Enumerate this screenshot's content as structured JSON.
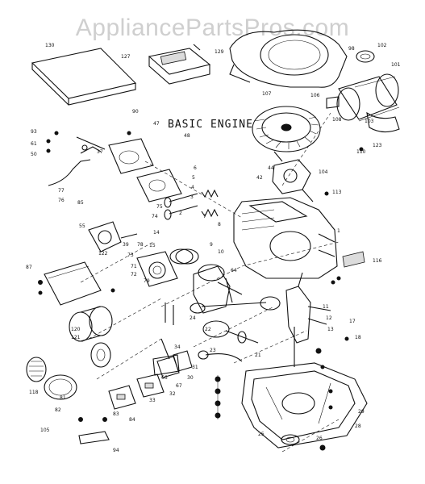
{
  "watermark": "AppliancePartsPros.com",
  "title": "BASIC ENGINE",
  "part_numbers": [
    {
      "label": "130"
    },
    {
      "label": "127"
    },
    {
      "label": "129"
    },
    {
      "label": "98"
    },
    {
      "label": "102"
    },
    {
      "label": "101"
    },
    {
      "label": "103"
    },
    {
      "label": "107"
    },
    {
      "label": "106"
    },
    {
      "label": "108"
    },
    {
      "label": "123"
    },
    {
      "label": "90"
    },
    {
      "label": "47"
    },
    {
      "label": "48"
    },
    {
      "label": "93"
    },
    {
      "label": "61"
    },
    {
      "label": "50"
    },
    {
      "label": "37"
    },
    {
      "label": "77"
    },
    {
      "label": "76"
    },
    {
      "label": "85"
    },
    {
      "label": "75"
    },
    {
      "label": "74"
    },
    {
      "label": "110"
    },
    {
      "label": "104"
    },
    {
      "label": "44"
    },
    {
      "label": "42"
    },
    {
      "label": "113"
    },
    {
      "label": "1"
    },
    {
      "label": "116"
    },
    {
      "label": "55"
    },
    {
      "label": "122"
    },
    {
      "label": "39"
    },
    {
      "label": "73"
    },
    {
      "label": "71"
    },
    {
      "label": "72"
    },
    {
      "label": "79"
    },
    {
      "label": "78"
    },
    {
      "label": "87"
    },
    {
      "label": "64"
    },
    {
      "label": "24"
    },
    {
      "label": "66"
    },
    {
      "label": "67"
    },
    {
      "label": "34"
    },
    {
      "label": "120"
    },
    {
      "label": "121"
    },
    {
      "label": "22"
    },
    {
      "label": "11"
    },
    {
      "label": "12"
    },
    {
      "label": "13"
    },
    {
      "label": "17"
    },
    {
      "label": "18"
    },
    {
      "label": "23"
    },
    {
      "label": "21"
    },
    {
      "label": "82"
    },
    {
      "label": "81"
    },
    {
      "label": "118"
    },
    {
      "label": "105"
    },
    {
      "label": "83"
    },
    {
      "label": "84"
    },
    {
      "label": "33"
    },
    {
      "label": "32"
    },
    {
      "label": "30"
    },
    {
      "label": "31"
    },
    {
      "label": "94"
    },
    {
      "label": "25"
    },
    {
      "label": "26"
    },
    {
      "label": "29"
    },
    {
      "label": "28"
    },
    {
      "label": "14"
    },
    {
      "label": "15"
    },
    {
      "label": "6"
    },
    {
      "label": "5"
    },
    {
      "label": "4"
    },
    {
      "label": "3"
    },
    {
      "label": "2"
    },
    {
      "label": "7"
    },
    {
      "label": "8"
    },
    {
      "label": "9"
    },
    {
      "label": "10"
    }
  ]
}
